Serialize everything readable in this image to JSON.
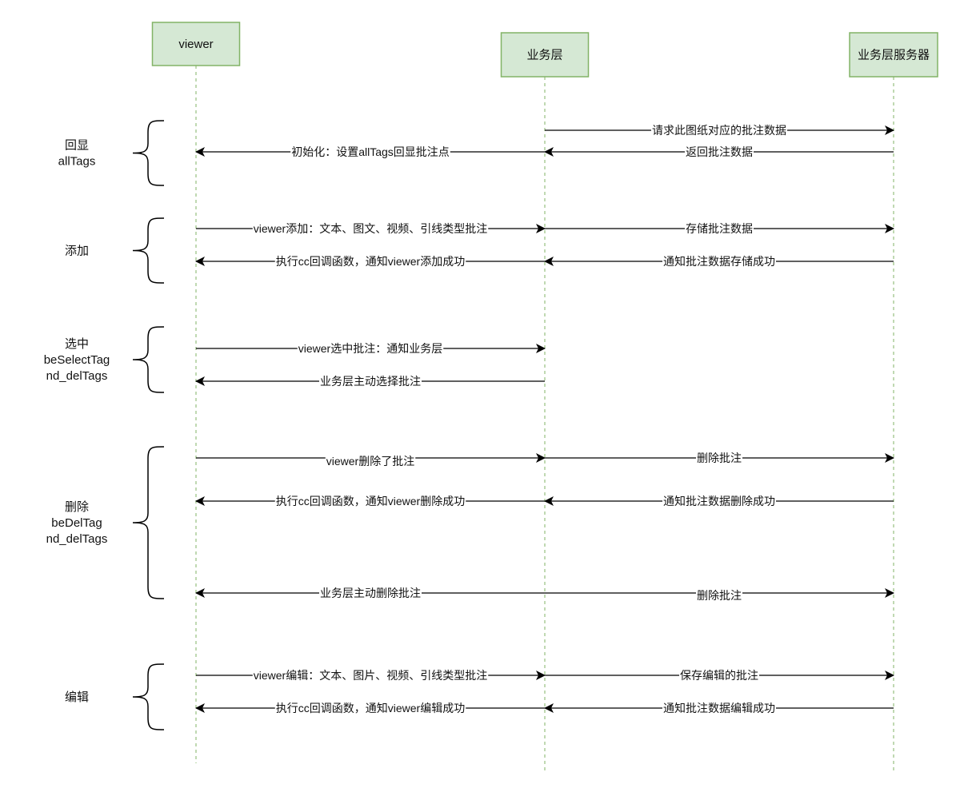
{
  "colors": {
    "actor_fill": "#d5e8d4",
    "actor_stroke": "#82b366",
    "lifeline": "#82b366",
    "line": "#000000"
  },
  "actors": [
    {
      "id": "viewer",
      "label": "viewer"
    },
    {
      "id": "biz",
      "label": "业务层"
    },
    {
      "id": "server",
      "label": "业务层服务器"
    }
  ],
  "groups": [
    {
      "lines": [
        "回显",
        "allTags"
      ]
    },
    {
      "lines": [
        "添加"
      ]
    },
    {
      "lines": [
        "选中",
        "beSelectTag",
        "nd_delTags"
      ]
    },
    {
      "lines": [
        "删除",
        "beDelTag",
        "nd_delTags"
      ]
    },
    {
      "lines": [
        "编辑"
      ]
    }
  ],
  "messages": [
    {
      "from": "biz",
      "to": "server",
      "label": "请求此图纸对应的批注数据"
    },
    {
      "from": "biz",
      "to": "viewer",
      "label": "初始化：设置allTags回显批注点"
    },
    {
      "from": "server",
      "to": "biz",
      "label": "返回批注数据"
    },
    {
      "from": "viewer",
      "to": "biz",
      "label": "viewer添加：文本、图文、视频、引线类型批注"
    },
    {
      "from": "biz",
      "to": "server",
      "label": "存储批注数据"
    },
    {
      "from": "biz",
      "to": "viewer",
      "label": "执行cc回调函数，通知viewer添加成功"
    },
    {
      "from": "server",
      "to": "biz",
      "label": "通知批注数据存储成功"
    },
    {
      "from": "viewer",
      "to": "biz",
      "label": "viewer选中批注：通知业务层"
    },
    {
      "from": "biz",
      "to": "viewer",
      "label": "业务层主动选择批注"
    },
    {
      "from": "viewer",
      "to": "biz",
      "label": "viewer删除了批注"
    },
    {
      "from": "biz",
      "to": "server",
      "label": "删除批注"
    },
    {
      "from": "biz",
      "to": "viewer",
      "label": "执行cc回调函数，通知viewer删除成功"
    },
    {
      "from": "server",
      "to": "biz",
      "label": "通知批注数据删除成功"
    },
    {
      "from": "biz",
      "to": "viewer",
      "label": "业务层主动删除批注"
    },
    {
      "from": "biz",
      "to": "server",
      "label": "删除批注"
    },
    {
      "from": "viewer",
      "to": "biz",
      "label": "viewer编辑：文本、图片、视频、引线类型批注"
    },
    {
      "from": "biz",
      "to": "server",
      "label": "保存编辑的批注"
    },
    {
      "from": "biz",
      "to": "viewer",
      "label": "执行cc回调函数，通知viewer编辑成功"
    },
    {
      "from": "server",
      "to": "biz",
      "label": "通知批注数据编辑成功"
    }
  ]
}
